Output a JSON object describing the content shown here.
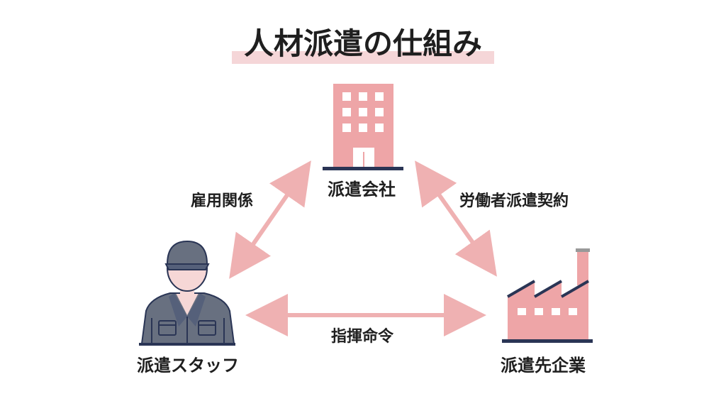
{
  "title": "人材派遣の仕組み",
  "nodes": {
    "agency": "派遣会社",
    "staff": "派遣スタッフ",
    "client": "派遣先企業"
  },
  "relations": {
    "employment": "雇用関係",
    "dispatch_contract": "労働者派遣契約",
    "command": "指揮命令"
  },
  "icons": {
    "agency": "office-building-icon",
    "staff": "worker-icon",
    "client": "factory-icon"
  },
  "colors": {
    "accent_pink": "#eea5a7",
    "arrow_pink": "#efb1b2",
    "title_highlight": "#f5d6d8",
    "navy": "#2a3555",
    "worker_gray": "#687080",
    "skin": "#f6d7d6"
  }
}
